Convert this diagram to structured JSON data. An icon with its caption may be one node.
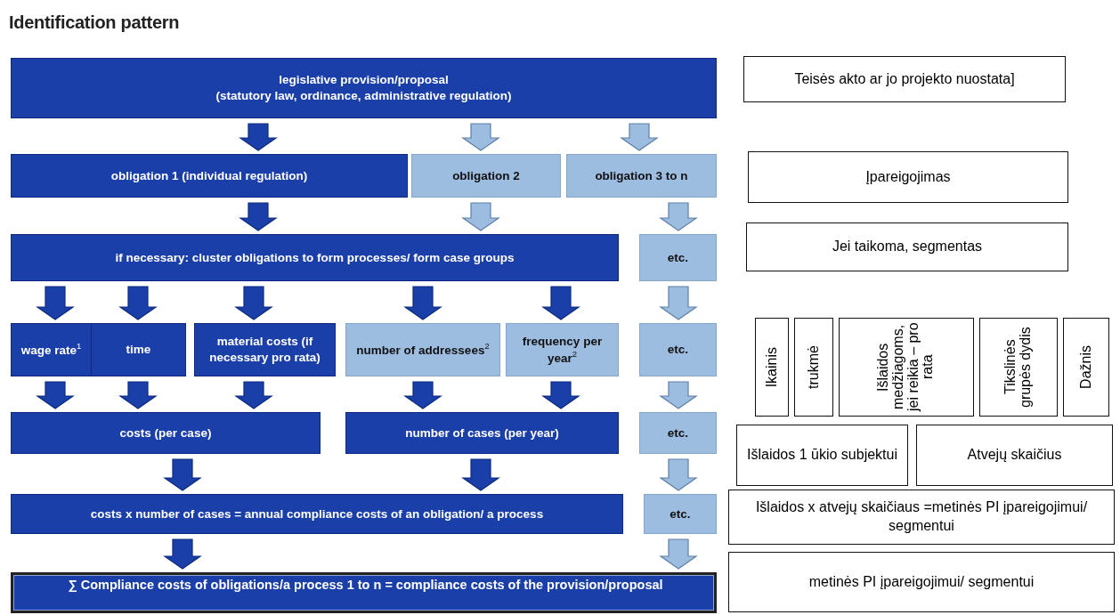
{
  "diagram": {
    "title": "Identification pattern",
    "nodes": [
      {
        "text": [
          "legislative provision/proposal",
          "(statutory law, ordinance, administrative regulation)"
        ]
      },
      {
        "text": [
          "obligation 1 (individual regulation)"
        ]
      },
      {
        "text": [
          "obligation 2"
        ]
      },
      {
        "text": [
          "obligation 3 to n"
        ]
      },
      {
        "text": [
          "if necessary: cluster obligations to form processes/ form case groups"
        ]
      },
      {
        "text": [
          "etc."
        ]
      },
      {
        "text": [
          "wage rate$^{1}$"
        ]
      },
      {
        "text": [
          "time"
        ]
      },
      {
        "text": [
          "material costs (if necessary pro rata)"
        ]
      },
      {
        "text": [
          "number of addressees$^{2}$"
        ]
      },
      {
        "text": [
          "frequency per year$^{2}$"
        ]
      },
      {
        "text": [
          "etc."
        ]
      },
      {
        "text": [
          "costs (per case)"
        ]
      },
      {
        "text": [
          "number of cases (per year)"
        ]
      },
      {
        "text": [
          "etc."
        ]
      },
      {
        "text": [
          "costs x number of cases = annual compliance costs of an obligation/ a process"
        ]
      },
      {
        "text": [
          "etc."
        ]
      },
      {
        "text": [
          "∑ Compliance costs of obligations/a process 1 to n = compliance costs of the provision/proposal"
        ]
      },
      {
        "text": [
          "Teisės akto ar jo projekto nuostata]"
        ]
      },
      {
        "text": [
          "Įpareigojimas"
        ]
      },
      {
        "text": [
          "Jei taikoma, segmentas"
        ]
      },
      {
        "text": [
          "Ikainis"
        ]
      },
      {
        "text": [
          "trukmė"
        ]
      },
      {
        "text": [
          "Išlaidos medžiagoms, jei reikia – pro rata"
        ]
      },
      {
        "text": [
          "Tikslinės grupės dydis"
        ]
      },
      {
        "text": [
          "Dažnis"
        ]
      },
      {
        "text": [
          "Išlaidos 1 ūkio subjektui"
        ]
      },
      {
        "text": [
          "Atvejų skaičius"
        ]
      },
      {
        "text": [
          "Išlaidos x atvejų skaičiaus =metinės PI įpareigojimui/ segmentui"
        ]
      },
      {
        "text": [
          "metinės PI įpareigojimui/ segmentui"
        ]
      }
    ],
    "edges": [
      {
        "from": 0,
        "to": 1,
        "arrow": "to"
      },
      {
        "from": 0,
        "to": 2,
        "arrow": "to",
        "color": "#9dbde0"
      },
      {
        "from": 0,
        "to": 3,
        "arrow": "to",
        "color": "#9dbde0"
      },
      {
        "from": 1,
        "to": 4,
        "arrow": "to"
      },
      {
        "from": 2,
        "to": 4,
        "arrow": "to",
        "color": "#9dbde0"
      },
      {
        "from": 3,
        "to": 5,
        "arrow": "to",
        "color": "#9dbde0"
      },
      {
        "from": 4,
        "to": 6,
        "arrow": "to"
      },
      {
        "from": 4,
        "to": 7,
        "arrow": "to"
      },
      {
        "from": 4,
        "to": 8,
        "arrow": "to"
      },
      {
        "from": 4,
        "to": 9,
        "arrow": "to"
      },
      {
        "from": 4,
        "to": 10,
        "arrow": "to"
      },
      {
        "from": 5,
        "to": 11,
        "arrow": "to",
        "color": "#9dbde0"
      },
      {
        "from": 6,
        "to": 12,
        "arrow": "to"
      },
      {
        "from": 7,
        "to": 12,
        "arrow": "to"
      },
      {
        "from": 8,
        "to": 12,
        "arrow": "to"
      },
      {
        "from": 9,
        "to": 13,
        "arrow": "to"
      },
      {
        "from": 10,
        "to": 13,
        "arrow": "to"
      },
      {
        "from": 11,
        "to": 14,
        "arrow": "to",
        "color": "#9dbde0"
      },
      {
        "from": 12,
        "to": 15,
        "arrow": "to"
      },
      {
        "from": 13,
        "to": 15,
        "arrow": "to"
      },
      {
        "from": 14,
        "to": 16,
        "arrow": "to",
        "color": "#9dbde0"
      },
      {
        "from": 15,
        "to": 17,
        "arrow": "to"
      },
      {
        "from": 16,
        "to": 17,
        "arrow": "to",
        "color": "#9dbde0"
      }
    ]
  }
}
